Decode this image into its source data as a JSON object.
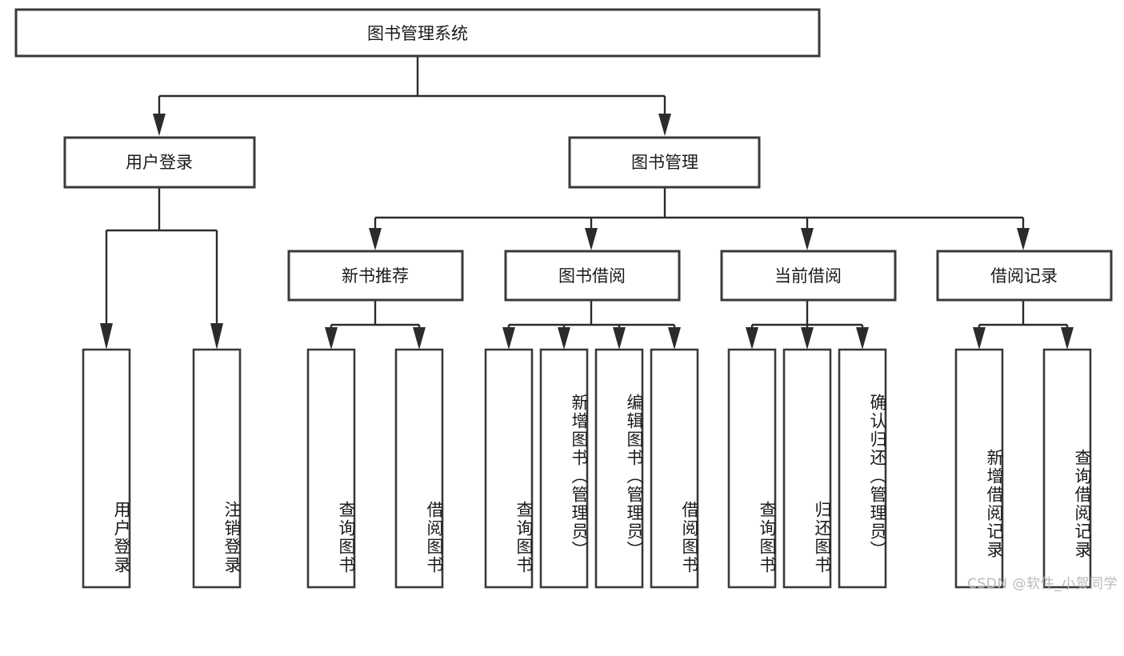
{
  "diagram": {
    "title": "图书管理系统",
    "type": "tree-hierarchy-diagram",
    "root": {
      "id": "root",
      "label": "图书管理系统",
      "orientation": "horizontal"
    },
    "level2": [
      {
        "id": "user-login",
        "label": "用户登录",
        "orientation": "horizontal"
      },
      {
        "id": "book-manage",
        "label": "图书管理",
        "orientation": "horizontal"
      }
    ],
    "level3": [
      {
        "id": "new-book-recommend",
        "label": "新书推荐",
        "orientation": "horizontal",
        "parent": "book-manage"
      },
      {
        "id": "book-borrow",
        "label": "图书借阅",
        "orientation": "horizontal",
        "parent": "book-manage"
      },
      {
        "id": "current-borrow",
        "label": "当前借阅",
        "orientation": "horizontal",
        "parent": "book-manage"
      },
      {
        "id": "borrow-record",
        "label": "借阅记录",
        "orientation": "horizontal",
        "parent": "book-manage"
      }
    ],
    "leaves": [
      {
        "id": "leaf-user-login",
        "label": "用户登录",
        "parent": "user-login",
        "orientation": "vertical"
      },
      {
        "id": "leaf-user-logout",
        "label": "注销登录",
        "parent": "user-login",
        "orientation": "vertical"
      },
      {
        "id": "leaf-query-book-1",
        "label": "查询图书",
        "parent": "new-book-recommend",
        "orientation": "vertical"
      },
      {
        "id": "leaf-borrow-book-1",
        "label": "借阅图书",
        "parent": "new-book-recommend",
        "orientation": "vertical"
      },
      {
        "id": "leaf-query-book-2",
        "label": "查询图书",
        "parent": "book-borrow",
        "orientation": "vertical"
      },
      {
        "id": "leaf-add-book",
        "label": "新增图书（管理员）",
        "parent": "book-borrow",
        "orientation": "vertical"
      },
      {
        "id": "leaf-edit-book",
        "label": "编辑图书（管理员）",
        "parent": "book-borrow",
        "orientation": "vertical"
      },
      {
        "id": "leaf-borrow-book-2",
        "label": "借阅图书",
        "parent": "book-borrow",
        "orientation": "vertical"
      },
      {
        "id": "leaf-query-book-3",
        "label": "查询图书",
        "parent": "current-borrow",
        "orientation": "vertical"
      },
      {
        "id": "leaf-return-book",
        "label": "归还图书",
        "parent": "current-borrow",
        "orientation": "vertical"
      },
      {
        "id": "leaf-confirm-return",
        "label": "确认归还（管理员）",
        "parent": "current-borrow",
        "orientation": "vertical"
      },
      {
        "id": "leaf-add-record",
        "label": "新增借阅记录",
        "parent": "borrow-record",
        "orientation": "vertical"
      },
      {
        "id": "leaf-query-record",
        "label": "查询借阅记录",
        "parent": "borrow-record",
        "orientation": "vertical"
      }
    ],
    "colors": {
      "box_stroke": "#3a3a3a",
      "connector": "#2b2b2b",
      "text": "#1a1a1a",
      "background": "#ffffff",
      "watermark": "#b9b9b9"
    }
  },
  "watermark": {
    "text": "CSDN @软件_小贺同学"
  }
}
